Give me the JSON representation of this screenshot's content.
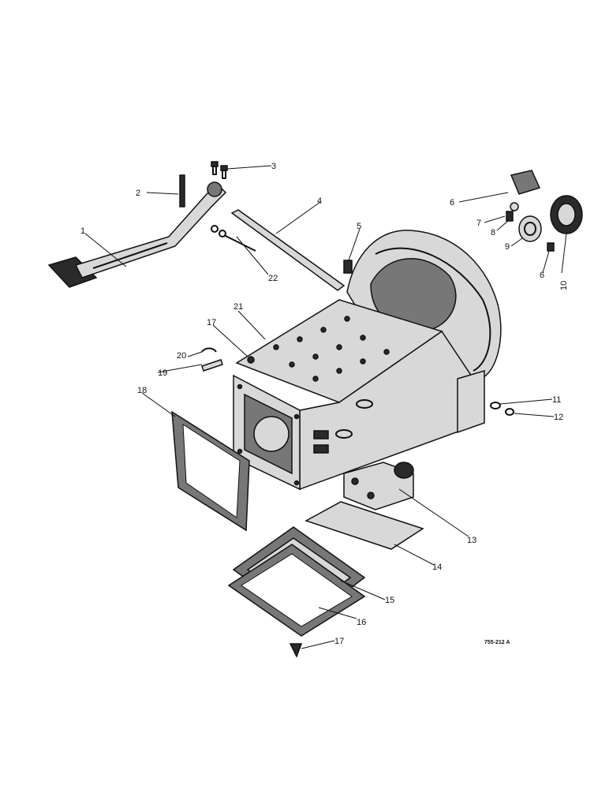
{
  "diagram": {
    "callouts": {
      "c1": "1",
      "c2": "2",
      "c3": "3",
      "c4": "4",
      "c5": "5",
      "c6": "6",
      "c7": "7",
      "c8": "8",
      "c9": "9",
      "c10": "10",
      "c6b": "6",
      "c11": "11",
      "c12": "12",
      "c13": "13",
      "c14": "14",
      "c15": "15",
      "c16": "16",
      "c17a": "17",
      "c17b": "17",
      "c18": "18",
      "c19": "19",
      "c20": "20",
      "c21": "21",
      "c22": "22"
    },
    "reference_code": "755-212 A"
  }
}
